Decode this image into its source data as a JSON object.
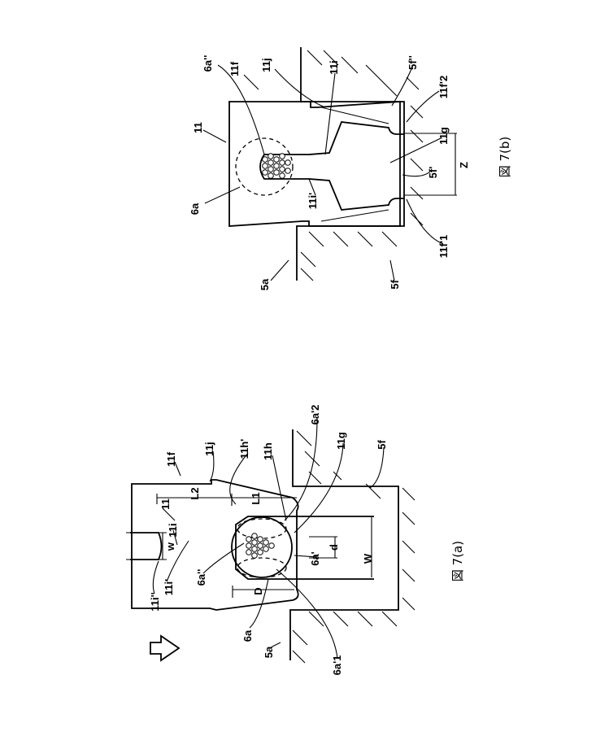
{
  "figure_a": {
    "caption": "図 7(a)",
    "labels": {
      "l11": "11",
      "w": "w",
      "l11i_dd": "11i''",
      "l11f": "11f",
      "l11j": "11j",
      "l11h_p": "11h'",
      "l11h": "11h",
      "l6a_p2": "6a'2",
      "l11g": "11g",
      "l5f": "5f",
      "L2": "L2",
      "L1": "L1",
      "l11i": "11i",
      "l11i_p": "11i'",
      "l6a_dd": "6a''",
      "D": "D",
      "d": "d",
      "l6a_p": "6a'",
      "W": "W",
      "l6a": "6a",
      "l5a": "5a",
      "l6a_p1": "6a'1"
    }
  },
  "figure_b": {
    "caption": "図 7(b)",
    "labels": {
      "l6a_dd": "6a''",
      "l11f": "11f",
      "l11j": "11j",
      "l11i": "11i",
      "l5f_dd": "5f''",
      "l11f_p2": "11f'2",
      "l11": "11",
      "l11g": "11g",
      "Z": "Z",
      "l5f_p": "5f'",
      "l6a": "6a",
      "l11i_p": "11i'",
      "l11f_p1": "11f'1",
      "l5a": "5a",
      "l5f": "5f"
    }
  }
}
